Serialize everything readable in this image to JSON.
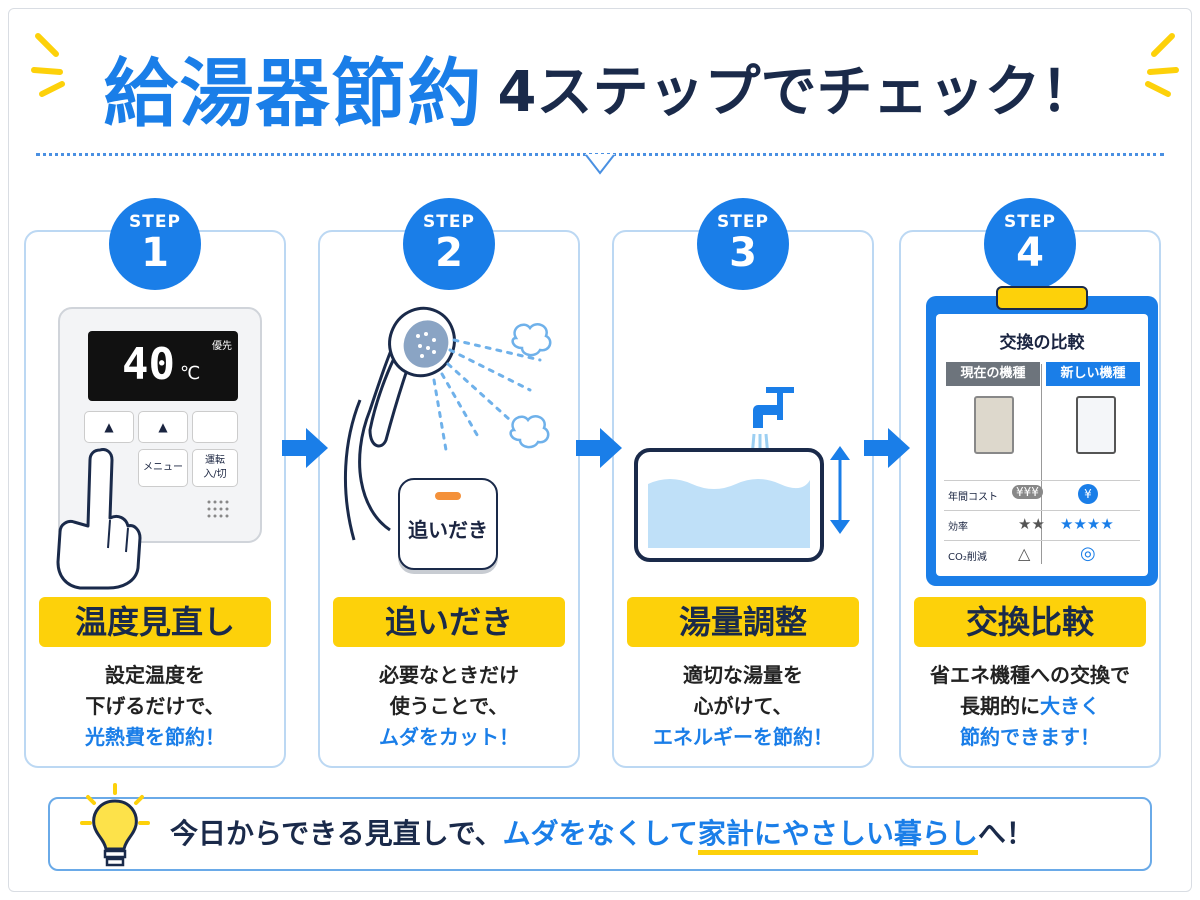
{
  "title": {
    "main": "給湯器節約",
    "sub": "4ステップでチェック！"
  },
  "colors": {
    "accent": "#1a7ee8",
    "yellow": "#fdd10a",
    "dark": "#1a2a4a"
  },
  "steps": [
    {
      "badge": "STEP",
      "num": "1",
      "label": "温度見直し",
      "desc": [
        "設定温度を",
        "下げるだけで、"
      ],
      "highlight": "光熱費を節約！",
      "panel": {
        "temp": "40",
        "unit": "℃",
        "priority": "優先",
        "menu": "メニュー",
        "power": "運転",
        "power2": "入/切",
        "up": "▲"
      }
    },
    {
      "badge": "STEP",
      "num": "2",
      "label": "追いだき",
      "desc": [
        "必要なときだけ",
        "使うことで、"
      ],
      "highlight": "ムダをカット！",
      "button": "追いだき"
    },
    {
      "badge": "STEP",
      "num": "3",
      "label": "湯量調整",
      "desc": [
        "適切な湯量を",
        "心がけて、"
      ],
      "highlight": "エネルギーを節約！"
    },
    {
      "badge": "STEP",
      "num": "4",
      "label": "交換比較",
      "desc": [
        "省エネ機種への交換で",
        "長期的に"
      ],
      "desc_hl_inline": "大きく",
      "highlight": "節約できます！",
      "board": {
        "title": "交換の比較",
        "current": "現在の機種",
        "new": "新しい機種",
        "rows": [
          {
            "label": "年間コスト",
            "cur": "¥¥¥",
            "nw": "¥"
          },
          {
            "label": "効率",
            "cur": "★★",
            "nw": "★★★★"
          },
          {
            "label": "CO₂削減",
            "cur": "△",
            "nw": "◎"
          }
        ]
      }
    }
  ],
  "footer": {
    "p1": "今日からできる見直しで、",
    "p2": "ムダをなくして",
    "p3": "家計にやさしい暮らし",
    "p4": "へ！"
  }
}
